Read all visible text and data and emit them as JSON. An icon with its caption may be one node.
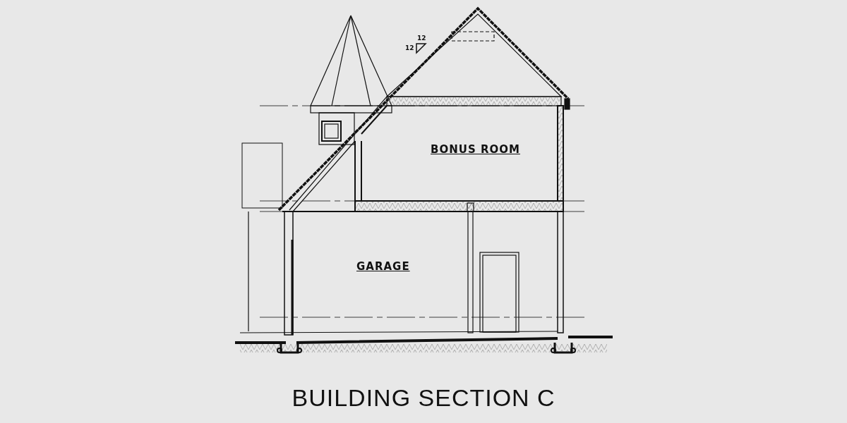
{
  "diagram": {
    "title": "BUILDING SECTION C",
    "labels": [
      "12",
      "12",
      "BONUS ROOM",
      "GARAGE"
    ]
  }
}
